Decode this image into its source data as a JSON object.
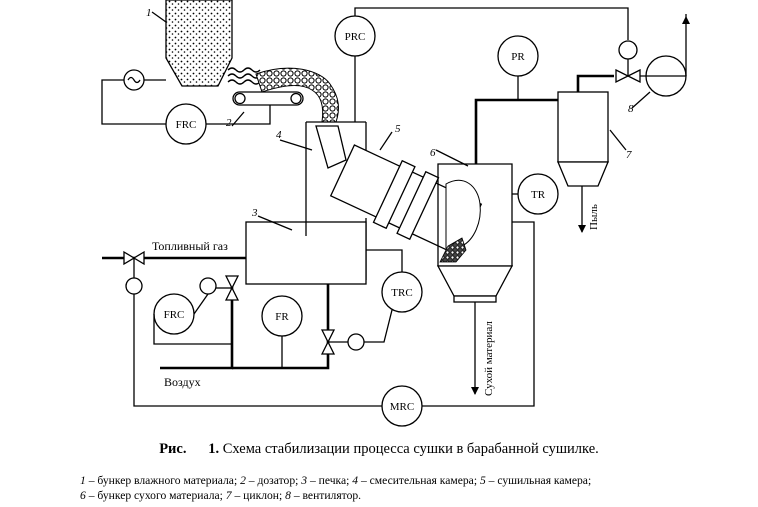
{
  "diagram": {
    "instruments": {
      "prc": "PRC",
      "pr": "PR",
      "frc_top": "FRC",
      "tr": "TR",
      "trc": "TRC",
      "frc_bottom": "FRC",
      "fr": "FR",
      "mrc": "MRC"
    },
    "numbers": {
      "n1": "1",
      "n2": "2",
      "n3": "3",
      "n4": "4",
      "n5": "5",
      "n6": "6",
      "n7": "7",
      "n8": "8"
    },
    "stream_labels": {
      "fuel_gas": "Топливный газ",
      "air": "Воздух",
      "dry_material": "Сухой материал",
      "dust": "Пыль"
    }
  },
  "caption": {
    "prefix": "Рис.",
    "number": "1.",
    "text": "Схема стабилизации процесса сушки в барабанной сушилке."
  },
  "legend": [
    {
      "num": "1",
      "text": "бункер влажного материала;"
    },
    {
      "num": "2",
      "text": "дозатор;"
    },
    {
      "num": "3",
      "text": "печка;"
    },
    {
      "num": "4",
      "text": "смесительная камера;"
    },
    {
      "num": "5",
      "text": "сушильная камера;"
    },
    {
      "num": "6",
      "text": "бункер сухого материала;"
    },
    {
      "num": "7",
      "text": "циклон;"
    },
    {
      "num": "8",
      "text": "вентилятор."
    }
  ]
}
